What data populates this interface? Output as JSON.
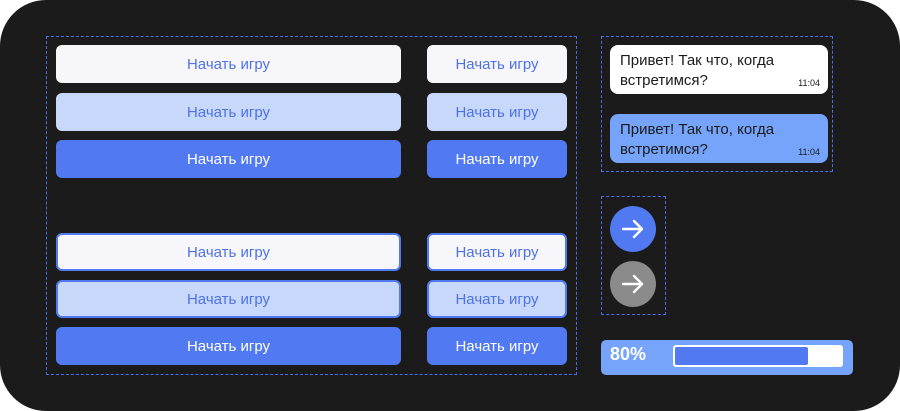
{
  "buttons": {
    "label": "Начать игру"
  },
  "chat": {
    "incoming": {
      "text": "Привет! Так что, когда встретимся?",
      "time": "11:04"
    },
    "outgoing": {
      "text": "Привет! Так что, когда встретимся?",
      "time": "11:04"
    }
  },
  "icons": {
    "forward_active": "arrow-right-icon",
    "forward_disabled": "arrow-right-icon"
  },
  "progress": {
    "label": "80%",
    "value_percent": 80
  },
  "colors": {
    "background": "#1b1b1b",
    "accent": "#5079f2",
    "accent_light": "#c7d8fb",
    "accent_mid": "#75a4fa",
    "disabled": "#8b8b8b",
    "dashed_outline": "#4a6fe6"
  }
}
